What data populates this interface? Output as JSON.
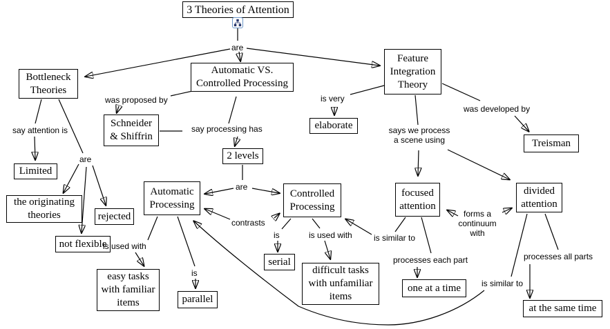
{
  "colors": {
    "background": "#ffffff",
    "line": "#000000",
    "box_border": "#000000",
    "box_background": "#ffffff",
    "text": "#000000",
    "resource_icon_border": "#6b96c8",
    "resource_icon_glyph": "#26356b"
  },
  "icons": {
    "resource_icon": "concept-map-resource-icon"
  },
  "concepts": {
    "title": "3 Theories of Attention",
    "bottleneck": "Bottleneck\nTheories",
    "avcp": "Automatic VS.\nControlled Processing",
    "fit": "Feature\nIntegration\nTheory",
    "schneider": "Schneider\n& Shiffrin",
    "limited": "Limited",
    "originating": "the originating\ntheories",
    "rejected": "rejected",
    "not_flexible": "not flexible",
    "two_levels": "2 levels",
    "automatic": "Automatic\nProcessing",
    "controlled": "Controlled\nProcessing",
    "easy_tasks": "easy tasks\nwith familiar\nitems",
    "parallel": "parallel",
    "serial": "serial",
    "difficult_tasks": "difficult tasks\nwith unfamiliar\nitems",
    "elaborate": "elaborate",
    "treisman": "Treisman",
    "focused": "focused\nattention",
    "divided": "divided\nattention",
    "one_at_a_time": "one at a time",
    "at_the_same_time": "at the same time"
  },
  "linking_phrases": {
    "are_top": "are",
    "say_attention_is": "say attention is",
    "are_bottleneck": "are",
    "was_proposed_by": "was proposed by",
    "say_processing_has": "say processing has",
    "are_levels": "are",
    "contrasts": "contrasts",
    "is_very": "is very",
    "says_we_process": "says we process\na scene using",
    "was_developed_by": "was developed by",
    "is_used_with_auto": "is used with",
    "is_auto": "is",
    "is_ctrl": "is",
    "is_used_with_ctrl": "is used with",
    "is_similar_to_focused": "is similar to",
    "processes_each_part": "processes each part",
    "forms_a_continuum": "forms a\ncontinuum\nwith",
    "processes_all_parts": "processes all parts",
    "is_similar_to_divided": "is similar to"
  }
}
